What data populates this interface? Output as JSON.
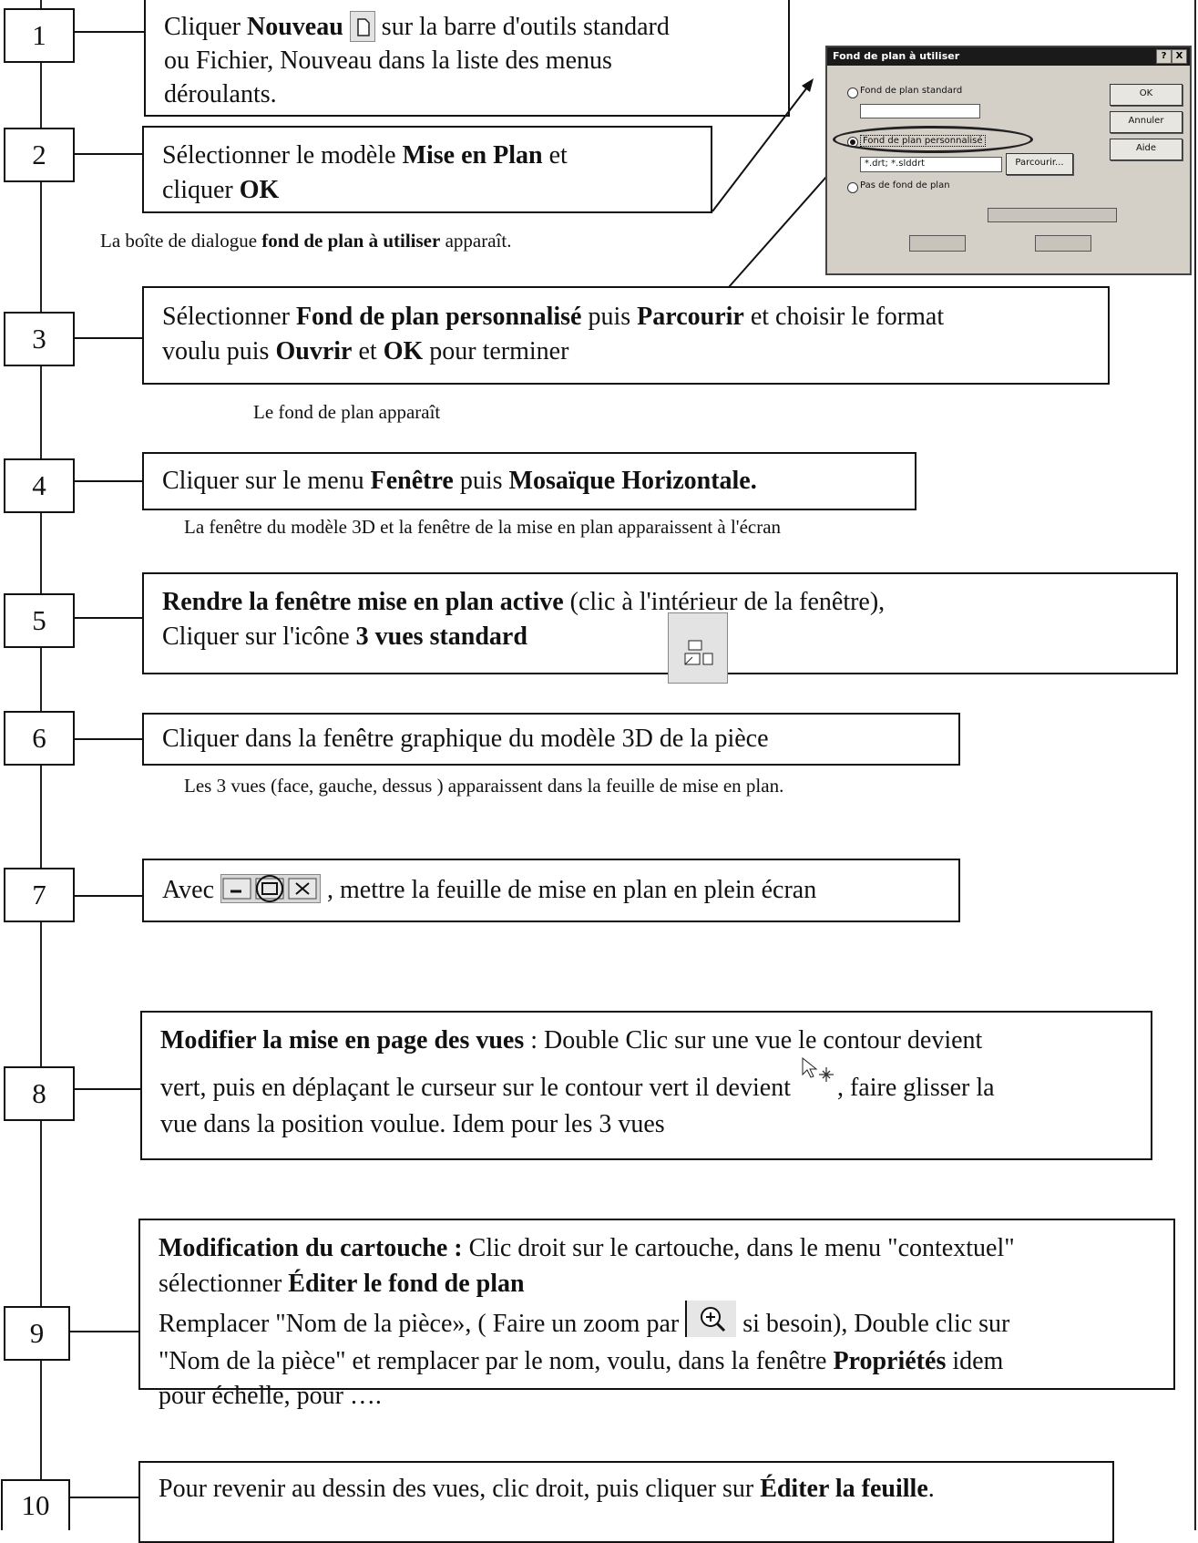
{
  "steps": [
    {
      "num": "1"
    },
    {
      "num": "2"
    },
    {
      "num": "3"
    },
    {
      "num": "4"
    },
    {
      "num": "5"
    },
    {
      "num": "6"
    },
    {
      "num": "7"
    },
    {
      "num": "8"
    },
    {
      "num": "9"
    },
    {
      "num": "10"
    }
  ],
  "step1": {
    "a": "Cliquer ",
    "b": "Nouveau",
    "c": " sur la barre d'outils standard",
    "line2": "ou Fichier, Nouveau dans la liste des menus",
    "line3": "déroulants."
  },
  "step2": {
    "a": "Sélectionner le modèle ",
    "b": "Mise en Plan",
    "c": "  et",
    "d": "cliquer ",
    "e": "OK"
  },
  "note2": {
    "a": "La boîte de dialogue ",
    "b": "fond de plan à utiliser",
    "c": "  apparaît."
  },
  "step3": {
    "a": "Sélectionner ",
    "b": "Fond de plan personnalisé",
    "c": " puis ",
    "d": "Parcourir",
    "e": " et choisir le format",
    "f": "voulu puis ",
    "g": "Ouvrir",
    "h": " et ",
    "i": "OK",
    "j": " pour terminer"
  },
  "note3": "Le fond de plan apparaît",
  "step4": {
    "a": "Cliquer  sur le menu ",
    "b": "Fenêtre",
    "c": " puis ",
    "d": "Mosaïque Horizontale."
  },
  "note4": "La fenêtre du modèle 3D et la fenêtre de la mise en plan apparaissent à l'écran",
  "step5": {
    "a": "Rendre la fenêtre mise en plan active",
    "b": " (clic à l'intérieur de la fenêtre),",
    "c": "Cliquer sur l'icône ",
    "d": "3 vues standard"
  },
  "step6": {
    "a": "Cliquer dans la fenêtre graphique du modèle 3D de la pièce"
  },
  "note6": "Les 3 vues (face, gauche, dessus ) apparaissent  dans la feuille de mise en plan.",
  "step7": {
    "a": "Avec ",
    "b": " , mettre la feuille de mise en plan en plein écran"
  },
  "step8": {
    "a": "Modifier la mise en page des vues",
    "b": " : Double Clic sur une vue le contour devient",
    "c": "vert, puis en déplaçant le curseur sur le contour vert il devient ",
    "d": ", faire glisser la",
    "e": "vue dans la position voulue. Idem pour les 3 vues"
  },
  "step9": {
    "a": "Modification du cartouche :",
    "b": " Clic droit sur le cartouche, dans le menu \"contextuel\"",
    "c": "sélectionner ",
    "d": "Éditer le fond de plan",
    "e": "Remplacer \"Nom de la pièce», ( Faire un zoom par ",
    "f": " si besoin), Double clic sur",
    "g": "\"Nom de la pièce\" et remplacer par le nom, voulu, dans la fenêtre ",
    "h": "Propriétés",
    "i": "    idem",
    "j": "pour échelle,   pour …."
  },
  "step10": {
    "a": "Pour revenir au dessin des vues, clic droit, puis  cliquer sur ",
    "b": "Éditer la feuille",
    "c": "."
  },
  "dialog": {
    "title": "Fond de plan à utiliser",
    "help": "?",
    "close": "X",
    "opt_standard": "Fond de plan standard",
    "opt_custom": "Fond de plan personnalisé",
    "file_value": "*.drt; *.slddrt",
    "opt_none": "Pas de fond de plan",
    "btn_ok": "OK",
    "btn_cancel": "Annuler",
    "btn_help": "Aide",
    "btn_browse": "Parcourir..."
  },
  "colors": {
    "ink": "#111111",
    "dialog_bg": "#d4d0c8",
    "titlebar": "#1a1a1a"
  }
}
